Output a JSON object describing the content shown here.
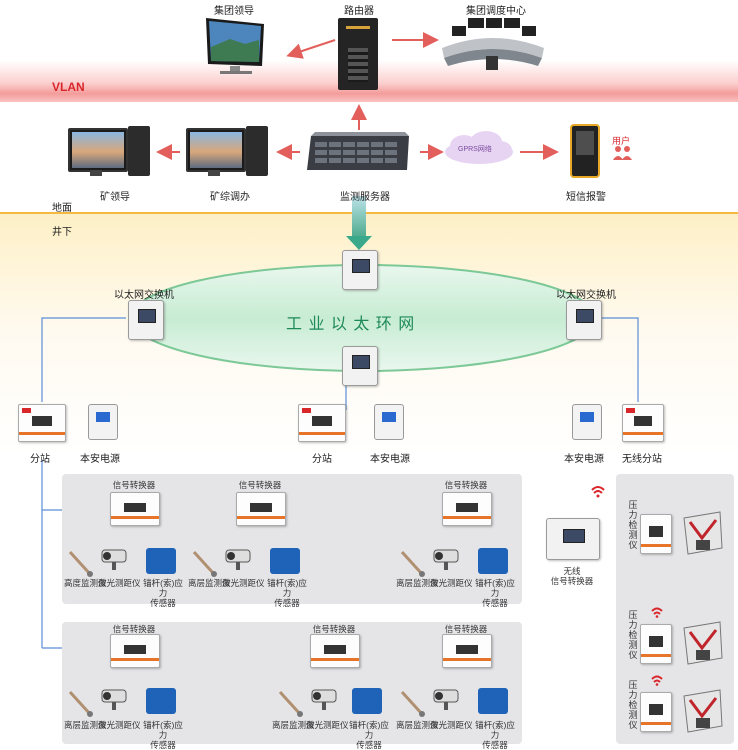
{
  "top": {
    "group_leader": "集团领导",
    "router": "路由器",
    "dispatch_center": "集团调度中心",
    "vlan": "VLAN"
  },
  "ground": {
    "mine_leader": "矿领导",
    "mine_dispatch": "矿综调办",
    "monitor_server": "监测服务器",
    "gprs": "GPRS网络",
    "sms_alarm": "短信报警",
    "user": "用户",
    "area_label": "地面"
  },
  "underground": {
    "area_label": "井下",
    "ring_label": "工 业 以 太 环 网",
    "switch_left": "以太网交换机",
    "switch_right": "以太网交换机",
    "substation_left": "分站",
    "power_left": "本安电源",
    "substation_mid": "分站",
    "power_mid": "本安电源",
    "power_right": "本安电源",
    "wireless_substation": "无线分站",
    "wireless_converter": "无线\n信号转换器"
  },
  "panel1": {
    "converters": [
      "信号转换器",
      "信号转换器",
      "信号转换器"
    ],
    "devices": [
      {
        "a": "高度监测仪",
        "b": "激光测距仪",
        "c": "锚杆(索)应力\n传感器"
      },
      {
        "a": "离层监测仪",
        "b": "激光测距仪",
        "c": "锚杆(索)应力\n传感器"
      },
      {
        "a": "离层监测仪",
        "b": "激光测距仪",
        "c": "锚杆(索)应力\n传感器"
      }
    ]
  },
  "panel2": {
    "converters": [
      "信号转换器",
      "信号转换器",
      "信号转换器"
    ],
    "devices": [
      {
        "a": "离层监测仪",
        "b": "激光测距仪",
        "c": "锚杆(索)应力\n传感器"
      },
      {
        "a": "离层监测仪",
        "b": "激光测距仪",
        "c": "锚杆(索)应力\n传感器"
      },
      {
        "a": "离层监测仪",
        "b": "激光测距仪",
        "c": "锚杆(索)应力\n传感器"
      }
    ]
  },
  "panel3": {
    "pressure_labels": [
      "压力检测仪",
      "压力检测仪",
      "压力检测仪"
    ]
  },
  "colors": {
    "vlan_red": "#d9262b",
    "arrow_red": "#e0504f",
    "ring_green": "#7fcf95",
    "line_blue": "#5b8ed6",
    "ground_orange": "#f5b840"
  }
}
